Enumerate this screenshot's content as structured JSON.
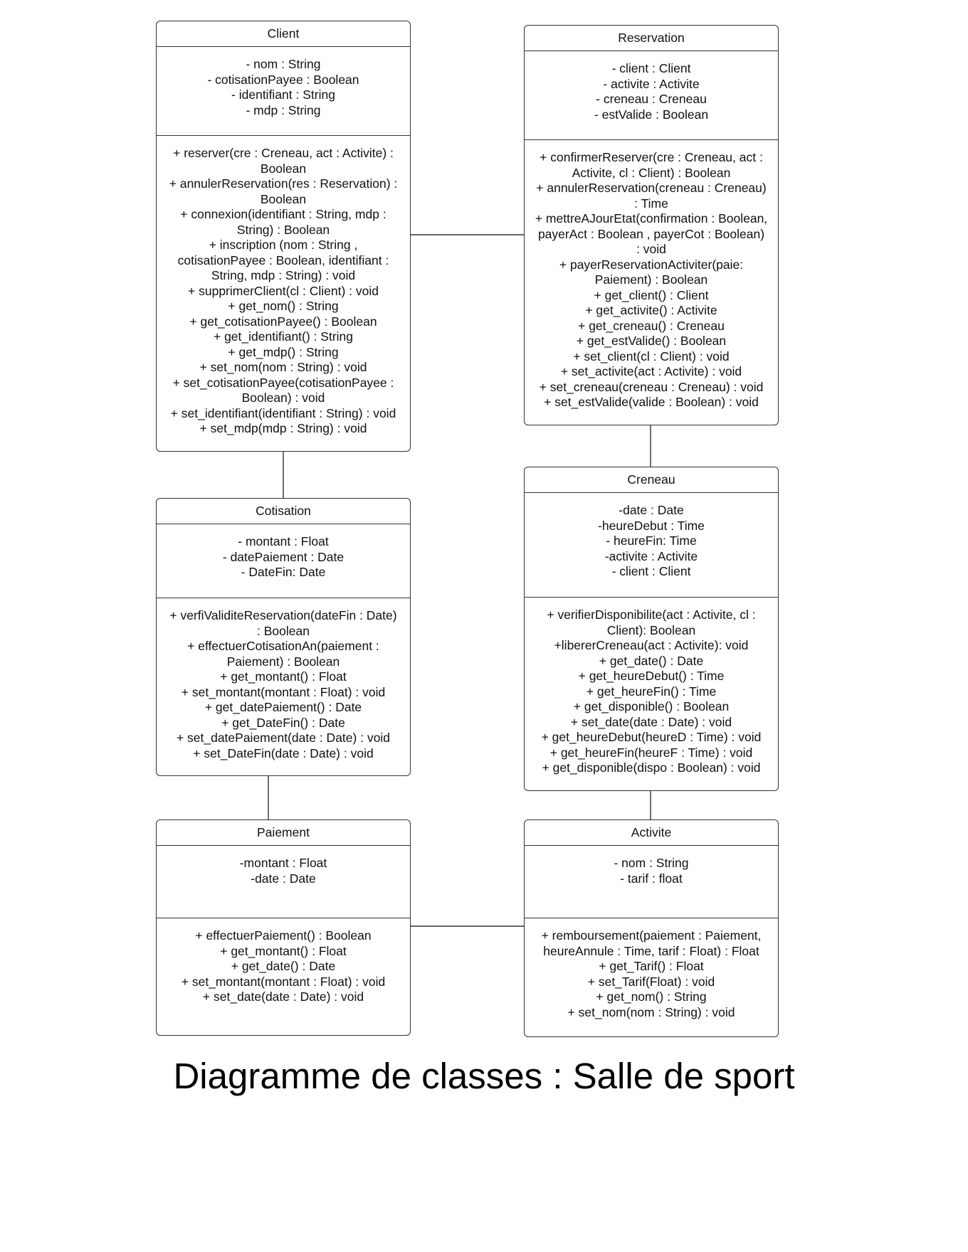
{
  "diagram": {
    "title": "Diagramme de classes : Salle de sport"
  },
  "classes": {
    "client": {
      "name": "Client",
      "attributes": [
        "- nom : String",
        "- cotisationPayee : Boolean",
        "- identifiant : String",
        "- mdp : String"
      ],
      "operations": [
        "+ reserver(cre : Creneau, act : Activite) :",
        "Boolean",
        "+ annulerReservation(res : Reservation) :",
        "Boolean",
        "+ connexion(identifiant : String, mdp :",
        "String) : Boolean",
        "+ inscription (nom : String ,",
        "cotisationPayee : Boolean, identifiant :",
        "String, mdp : String) : void",
        "+ supprimerClient(cl : Client) : void",
        "+ get_nom() : String",
        "+ get_cotisationPayee() : Boolean",
        "+ get_identifiant() : String",
        "+ get_mdp() : String",
        "+ set_nom(nom : String) : void",
        "+ set_cotisationPayee(cotisationPayee :",
        "Boolean) : void",
        "+ set_identifiant(identifiant : String) : void",
        "+ set_mdp(mdp : String) : void"
      ]
    },
    "reservation": {
      "name": "Reservation",
      "attributes": [
        "- client : Client",
        "- activite : Activite",
        "- creneau : Creneau",
        "- estValide : Boolean"
      ],
      "operations": [
        "+ confirmerReserver(cre : Creneau, act :",
        "Activite, cl : Client) : Boolean",
        "+ annulerReservation(creneau : Creneau)",
        ": Time",
        "+ mettreAJourEtat(confirmation : Boolean,",
        "payerAct : Boolean , payerCot : Boolean)",
        ": void",
        "+ payerReservationActiviter(paie:",
        "Paiement) : Boolean",
        "+ get_client() : Client",
        "+ get_activite() : Activite",
        "+ get_creneau() : Creneau",
        "+ get_estValide() : Boolean",
        "+ set_client(cl : Client) : void",
        "+ set_activite(act : Activite) : void",
        "+ set_creneau(creneau : Creneau) : void",
        "+ set_estValide(valide : Boolean) : void"
      ]
    },
    "cotisation": {
      "name": "Cotisation",
      "attributes": [
        "- montant : Float",
        "- datePaiement : Date",
        "- DateFin: Date"
      ],
      "operations": [
        "+ verfiValiditeReservation(dateFin : Date)",
        ": Boolean",
        "+ effectuerCotisationAn(paiement :",
        "Paiement) : Boolean",
        "+ get_montant() : Float",
        "+ set_montant(montant : Float) : void",
        "+ get_datePaiement() : Date",
        "+ get_DateFin() : Date",
        "+ set_datePaiement(date : Date) : void",
        "+ set_DateFin(date : Date) : void"
      ]
    },
    "creneau": {
      "name": "Creneau",
      "attributes": [
        "-date : Date",
        "-heureDebut : Time",
        "- heureFin: Time",
        "-activite : Activite",
        "- client : Client"
      ],
      "operations": [
        "+ verifierDisponibilite(act : Activite, cl :",
        "Client): Boolean",
        "+libererCreneau(act : Activite): void",
        "+ get_date() : Date",
        "+ get_heureDebut() : Time",
        "+ get_heureFin() : Time",
        "+ get_disponible() : Boolean",
        "+ set_date(date : Date) : void",
        "+ get_heureDebut(heureD : Time) : void",
        "+ get_heureFin(heureF : Time) : void",
        "+ get_disponible(dispo : Boolean) : void"
      ]
    },
    "paiement": {
      "name": "Paiement",
      "attributes": [
        "-montant : Float",
        "-date : Date"
      ],
      "operations": [
        "+ effectuerPaiement() : Boolean",
        "+ get_montant() : Float",
        "+ get_date() : Date",
        "+ set_montant(montant : Float) : void",
        "+ set_date(date : Date) : void"
      ]
    },
    "activite": {
      "name": "Activite",
      "attributes": [
        "- nom : String",
        "- tarif : float"
      ],
      "operations": [
        "+ remboursement(paiement : Paiement,",
        "heureAnnule : Time, tarif : Float) : Float",
        "+ get_Tarif() : Float",
        "+ set_Tarif(Float) : void",
        "+ get_nom() : String",
        "+ set_nom(nom : String) : void"
      ]
    }
  },
  "associations": [
    [
      "Client",
      "Reservation"
    ],
    [
      "Client",
      "Cotisation"
    ],
    [
      "Reservation",
      "Creneau"
    ],
    [
      "Cotisation",
      "Paiement"
    ],
    [
      "Creneau",
      "Activite"
    ],
    [
      "Paiement",
      "Activite"
    ]
  ]
}
